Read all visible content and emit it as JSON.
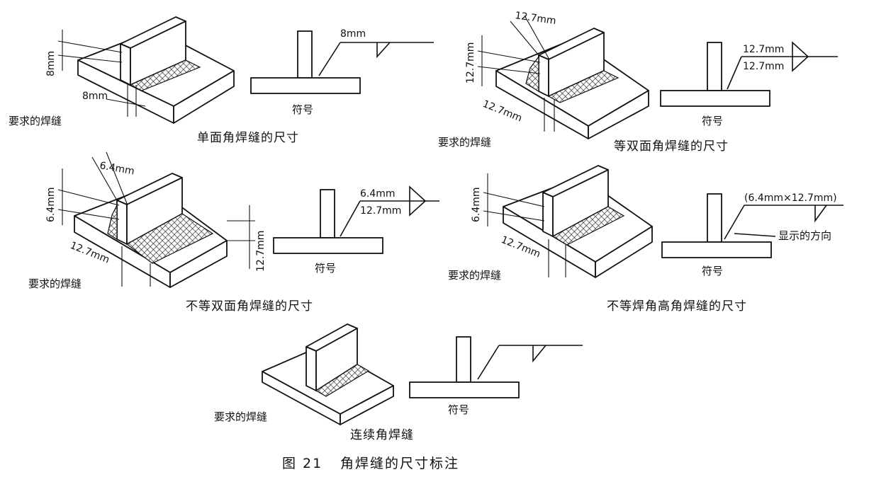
{
  "figure_caption": {
    "number": "图 21",
    "title": "角焊缝的尺寸标注"
  },
  "panels": {
    "single": {
      "required_weld_label": "要求的焊缝",
      "symbol_label": "符号",
      "caption": "单面角焊缝的尺寸",
      "dim_vertical": "8mm",
      "dim_horizontal": "8mm",
      "symbol_dim": "8mm"
    },
    "double_equal": {
      "required_weld_label": "要求的焊缝",
      "symbol_label": "符号",
      "caption": "等双面角焊缝的尺寸",
      "dim_top": "12.7mm",
      "dim_left": "12.7mm",
      "dim_bottom": "12.7mm",
      "symbol_dim_upper": "12.7mm",
      "symbol_dim_lower": "12.7mm"
    },
    "double_unequal": {
      "required_weld_label": "要求的焊缝",
      "symbol_label": "符号",
      "caption": "不等双面角焊缝的尺寸",
      "dim_top": "6.4mm",
      "dim_left": "6.4mm",
      "dim_bottom": "12.7mm",
      "dim_right": "12.7mm",
      "symbol_dim_upper": "6.4mm",
      "symbol_dim_lower": "12.7mm"
    },
    "unequal_leg": {
      "required_weld_label": "要求的焊缝",
      "symbol_label": "符号",
      "caption": "不等焊角高角焊缝的尺寸",
      "dim_left": "6.4mm",
      "dim_bottom": "12.7mm",
      "symbol_dim": "(6.4mm×12.7mm)",
      "direction_label": "显示的方向"
    },
    "continuous": {
      "required_weld_label": "要求的焊缝",
      "symbol_label": "符号",
      "caption": "连续角焊缝"
    }
  }
}
